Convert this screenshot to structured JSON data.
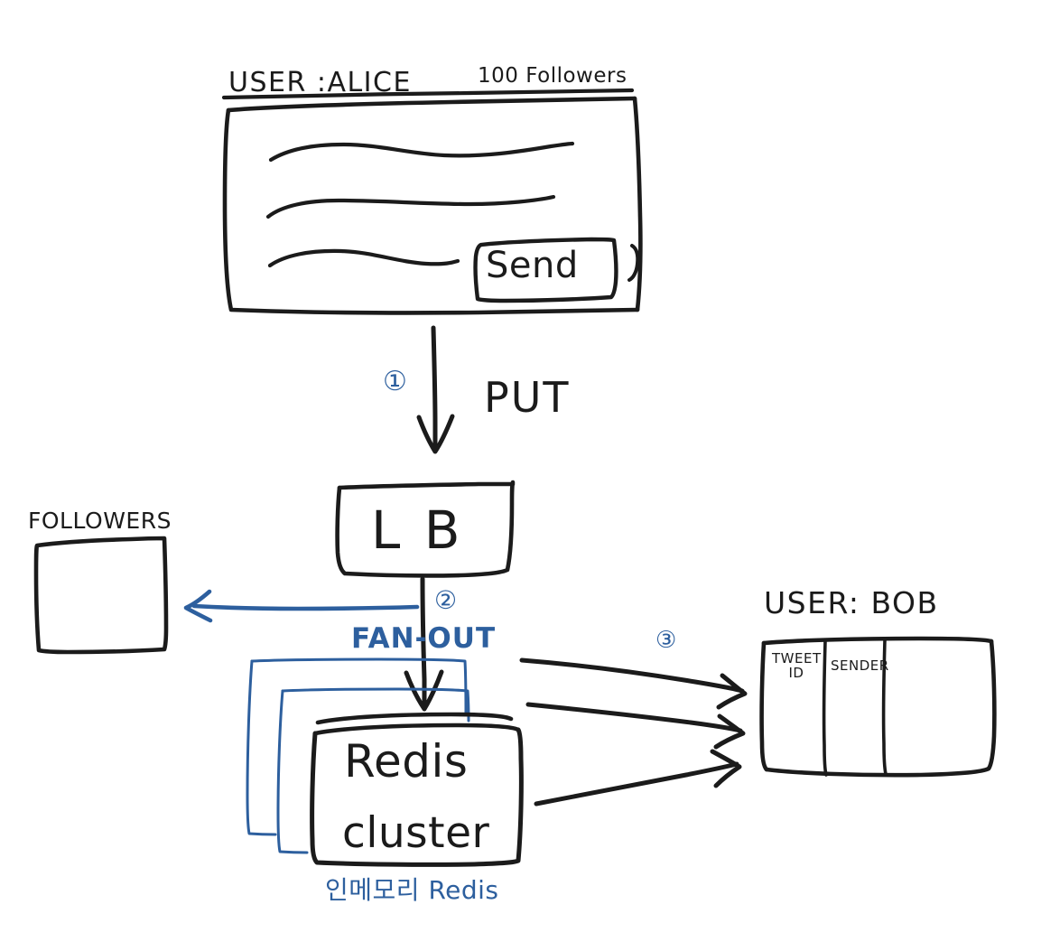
{
  "diagram": {
    "title": "Twitter fan-out write architecture hand sketch",
    "ink_colors": {
      "black": "#1b1b1b",
      "blue": "#2d5f9e"
    }
  },
  "alice_panel": {
    "user_label": "USER :ALICE",
    "followers_label": "100 Followers",
    "send_button_label": "Send",
    "body_lines": 3
  },
  "step1": {
    "marker": "①",
    "label": "PUT"
  },
  "lb": {
    "label": "L B"
  },
  "followers_box": {
    "label": "FOLLOWERS"
  },
  "step2": {
    "marker": "②",
    "label": "FAN-OUT"
  },
  "redis": {
    "line1": "Redis",
    "line2": "cluster",
    "caption": "인메모리 Redis",
    "replica_count": 2
  },
  "step3": {
    "marker": "③",
    "arrow_count": 3
  },
  "bob_panel": {
    "user_label": "USER: BOB",
    "columns": [
      "TWEET\nID",
      "SENDER",
      ""
    ]
  }
}
